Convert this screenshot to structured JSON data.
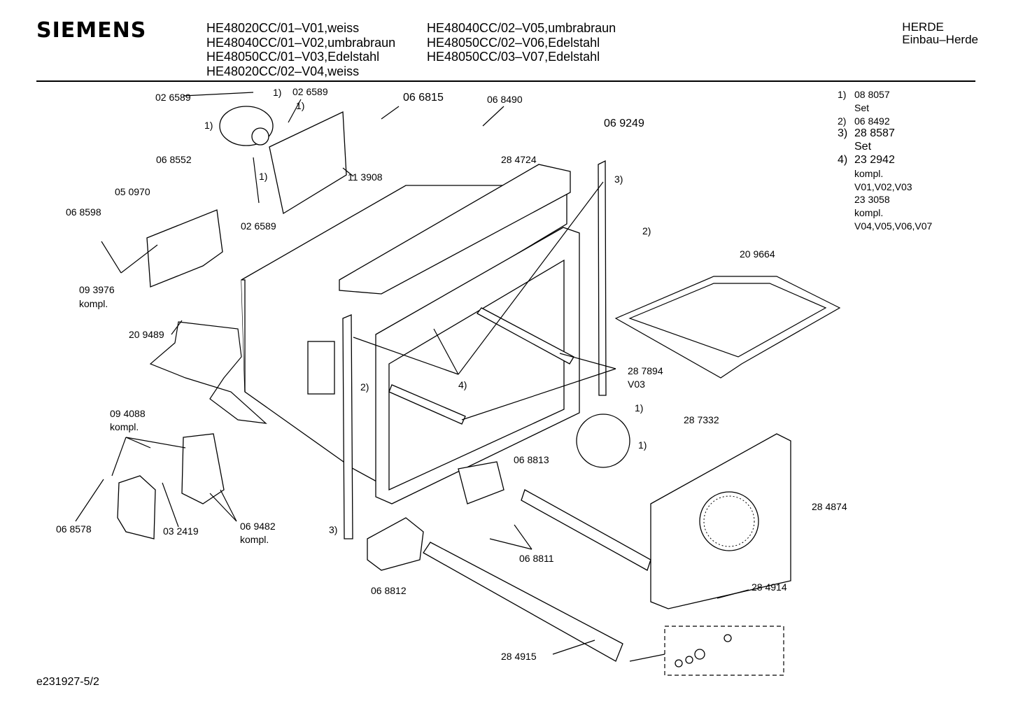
{
  "header": {
    "brand": "SIEMENS",
    "models_col1": [
      "HE48020CC/01–V01,weiss",
      "HE48040CC/01–V02,umbrabraun",
      "HE48050CC/01–V03,Edelstahl",
      "HE48020CC/02–V04,weiss"
    ],
    "models_col2": [
      "HE48040CC/02–V05,umbrabraun",
      "HE48050CC/02–V06,Edelstahl",
      "HE48050CC/03–V07,Edelstahl"
    ],
    "category_line1": "HERDE",
    "category_line2": "Einbau–Herde"
  },
  "notes": [
    {
      "num": "1)",
      "lines": [
        "08 8057",
        "Set"
      ]
    },
    {
      "num": "2)",
      "lines": [
        "06 8492"
      ]
    },
    {
      "num": "3)",
      "lines": [
        "28 8587",
        "Set"
      ]
    },
    {
      "num": "4)",
      "lines": [
        "23 2942",
        "kompl.",
        "V01,V02,V03",
        "23 3058",
        "kompl.",
        "V04,V05,V06,V07"
      ]
    }
  ],
  "labels": {
    "p026589_a": "02 6589",
    "m1_a": "1)",
    "p026589_b": "02 6589",
    "m1_b": "1)",
    "m1_c": "1)",
    "p066815": "06 6815",
    "p068490": "06 8490",
    "p069249": "06 9249",
    "p068552": "06 8552",
    "m1_d": "1)",
    "p113908": "11 3908",
    "p284724": "28 4724",
    "p050970": "05 0970",
    "p068598": "06 8598",
    "p026589_c": "02 6589",
    "m3_a": "3)",
    "m2_a": "2)",
    "p209664": "20 9664",
    "p093976": "09 3976",
    "kompl_a": "kompl.",
    "p209489": "20 9489",
    "m2_b": "2)",
    "m4": "4)",
    "p287894": "28 7894",
    "v03": "V03",
    "p094088": "09 4088",
    "kompl_b": "kompl.",
    "m1_e": "1)",
    "p287332": "28 7332",
    "m1_f": "1)",
    "p068813": "06 8813",
    "p284874": "28 4874",
    "p068578": "06 8578",
    "p032419": "03 2419",
    "p069482": "06 9482",
    "kompl_c": "kompl.",
    "m3_b": "3)",
    "p068811": "06 8811",
    "p284914": "28 4914",
    "p068812": "06 8812",
    "p284915": "28 4915"
  },
  "footer": "e231927-5/2"
}
